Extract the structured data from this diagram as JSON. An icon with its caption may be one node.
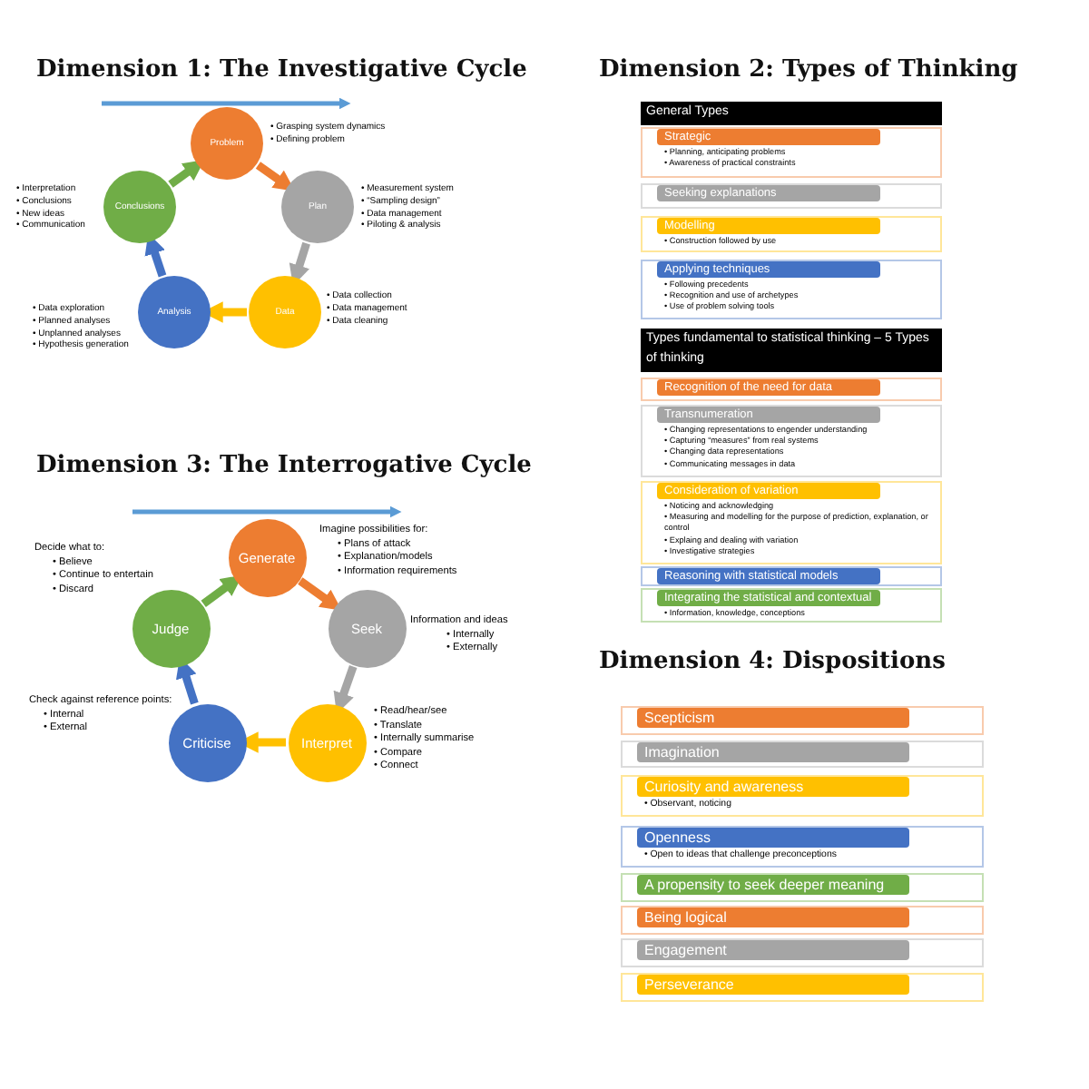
{
  "diagram": {
    "nodes": [
      {
        "text": [
          "Problem"
        ],
        "beside": [
          "• Grasping system dynamics",
          "• Defining problem"
        ]
      },
      {
        "text": [
          "Plan"
        ],
        "beside": [
          "• Measurement system",
          "• “Sampling design”",
          "• Data management",
          "• Piloting & analysis"
        ]
      },
      {
        "text": [
          "Data"
        ],
        "beside": [
          "• Data collection",
          "• Data management",
          "• Data cleaning"
        ]
      },
      {
        "text": [
          "Analysis"
        ],
        "beside": [
          "• Data exploration",
          "• Planned analyses",
          "• Unplanned analyses",
          "• Hypothesis generation"
        ]
      },
      {
        "text": [
          "Conclusions"
        ],
        "beside": [
          "• Interpretation",
          "• Conclusions",
          "• New ideas",
          "• Communication"
        ]
      },
      {
        "text": [
          "Generate"
        ],
        "beside": [
          "Imagine possibilities for:",
          "• Plans of attack",
          "• Explanation/models",
          "• Information requirements"
        ]
      },
      {
        "text": [
          "Seek"
        ],
        "beside": [
          "Information and ideas",
          "• Internally",
          "• Externally"
        ]
      },
      {
        "text": [
          "Interpret"
        ],
        "beside": [
          "• Read/hear/see",
          "• Translate",
          "• Internally summarise",
          "• Compare",
          "• Connect"
        ]
      },
      {
        "text": [
          "Criticise"
        ],
        "beside": [
          "Check against reference points:",
          "• Internal",
          "• External"
        ]
      },
      {
        "text": [
          "Judge"
        ],
        "beside": [
          "Decide what to:",
          "• Believe",
          "• Continue to entertain",
          "• Discard"
        ]
      },
      {
        "text": [
          "General Types"
        ]
      },
      {
        "text": [
          "Strategic",
          "• Planning, anticipating problems",
          "• Awareness of practical constraints"
        ]
      },
      {
        "text": [
          "Seeking explanations"
        ]
      },
      {
        "text": [
          "Modelling",
          "• Construction followed by use"
        ]
      },
      {
        "text": [
          "Applying techniques",
          "• Following precedents",
          "• Recognition and use of archetypes",
          "• Use of problem solving tools"
        ]
      },
      {
        "text": [
          "Types fundamental to statistical thinking – 5 Types of thinking"
        ]
      },
      {
        "text": [
          "Recognition of the need for data"
        ]
      },
      {
        "text": [
          "Transnumeration",
          "• Changing representations to engender understanding",
          "• Capturing “measures” from real systems",
          "• Changing data representations",
          "• Communicating messages in data"
        ]
      },
      {
        "text": [
          "Consideration of variation",
          "• Noticing and acknowledging",
          "• Measuring and modelling for the purpose of prediction, explanation, or control",
          "• Explaing and dealing with variation",
          "• Investigative strategies"
        ]
      },
      {
        "text": [
          "Reasoning with statistical models"
        ]
      },
      {
        "text": [
          "Integrating the statistical and contextual",
          "• Information, knowledge, conceptions"
        ]
      },
      {
        "text": [
          "Scepticism"
        ]
      },
      {
        "text": [
          "Imagination"
        ]
      },
      {
        "text": [
          "Curiosity and awareness",
          "• Observant, noticing"
        ]
      },
      {
        "text": [
          "Openness",
          "• Open to ideas that challenge preconceptions"
        ]
      },
      {
        "text": [
          "A propensity to seek deeper meaning"
        ]
      },
      {
        "text": [
          "Being logical"
        ]
      },
      {
        "text": [
          "Engagement"
        ]
      },
      {
        "text": [
          "Perseverance"
        ]
      }
    ],
    "edges": [
      {
        "from": 0,
        "to": 1,
        "arrow": "to",
        "color": "#ed7d31"
      },
      {
        "from": 1,
        "to": 2,
        "arrow": "to",
        "color": "#a5a5a5"
      },
      {
        "from": 2,
        "to": 3,
        "arrow": "to",
        "color": "#ffc000"
      },
      {
        "from": 3,
        "to": 4,
        "arrow": "to",
        "color": "#4472c4"
      },
      {
        "from": 4,
        "to": 0,
        "arrow": "to",
        "color": "#70ad47"
      },
      {
        "from": 5,
        "to": 6,
        "arrow": "to",
        "color": "#ed7d31"
      },
      {
        "from": 6,
        "to": 7,
        "arrow": "to",
        "color": "#a5a5a5"
      },
      {
        "from": 7,
        "to": 8,
        "arrow": "to",
        "color": "#ffc000"
      },
      {
        "from": 8,
        "to": 9,
        "arrow": "to",
        "color": "#4472c4"
      },
      {
        "from": 9,
        "to": 5,
        "arrow": "to",
        "color": "#70ad47"
      }
    ],
    "labels": [
      "Dimension 1: The Investigative Cycle",
      "Dimension 2: Types of Thinking",
      "Dimension 3: The Interrogative Cycle",
      "Dimension 4: Dispositions"
    ]
  }
}
